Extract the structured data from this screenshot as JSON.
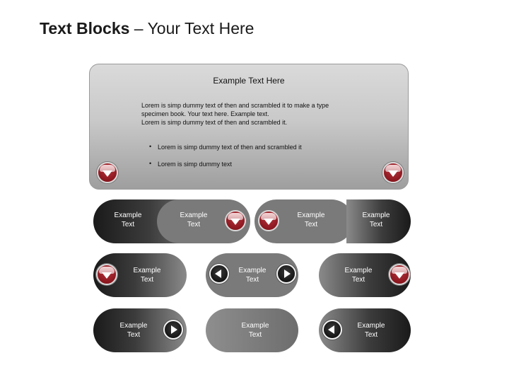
{
  "title": {
    "bold": "Text Blocks",
    "rest": " – Your Text Here"
  },
  "top_box": {
    "heading": "Example Text Here",
    "paragraph": "Lorem is simp dummy text of then and scrambled it to make a type\nspecimen book. Your text here. Example text.\nLorem is simp dummy text of then and scrambled it.",
    "bullets": [
      "Lorem is simp dummy text of then and scrambled it",
      "Lorem is simp dummy text"
    ]
  },
  "blocks": {
    "r1_a": "Example\nText",
    "r1_b": "Example\nText",
    "r1_c": "Example\nText",
    "r1_d": "Example\nText",
    "r2_a": "Example\nText",
    "r2_b": "Example\nText",
    "r2_c": "Example\nText",
    "r3_a": "Example\nText",
    "r3_b": "Example\nText",
    "r3_c": "Example\nText"
  },
  "icons": {
    "red_button": "down-arrow-red-circle",
    "black_left": "left-arrow-black-circle",
    "black_right": "right-arrow-black-circle"
  },
  "colors": {
    "accent_red": "#8d1820",
    "dark": "#1a1a1a",
    "grey": "#7a7a7a"
  }
}
